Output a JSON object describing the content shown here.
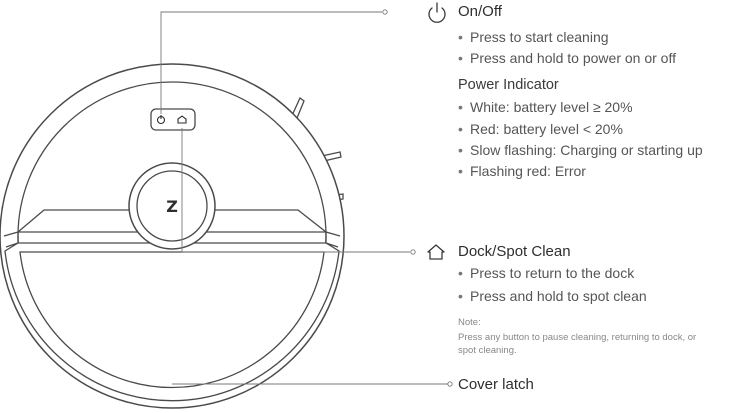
{
  "sections": {
    "onoff": {
      "icon": "power-icon",
      "title": "On/Off",
      "items": [
        "Press to start cleaning",
        "Press and hold to power on or off"
      ]
    },
    "power_indicator": {
      "title": "Power Indicator",
      "items": [
        "White: battery level ≥ 20%",
        "Red: battery level < 20%",
        "Slow flashing: Charging or starting up",
        "Flashing red: Error"
      ]
    },
    "dock": {
      "icon": "home-icon",
      "title": "Dock/Spot Clean",
      "items": [
        "Press to return to the dock",
        "Press and hold to spot clean"
      ]
    },
    "note": {
      "label": "Note:",
      "text": "Press any button to pause cleaning, returning to dock, or spot cleaning."
    },
    "cover": {
      "title": "Cover latch"
    }
  },
  "robot": {
    "logo": "Z"
  },
  "colors": {
    "line": "#4a4a4a",
    "leader": "#7a7a7a"
  }
}
